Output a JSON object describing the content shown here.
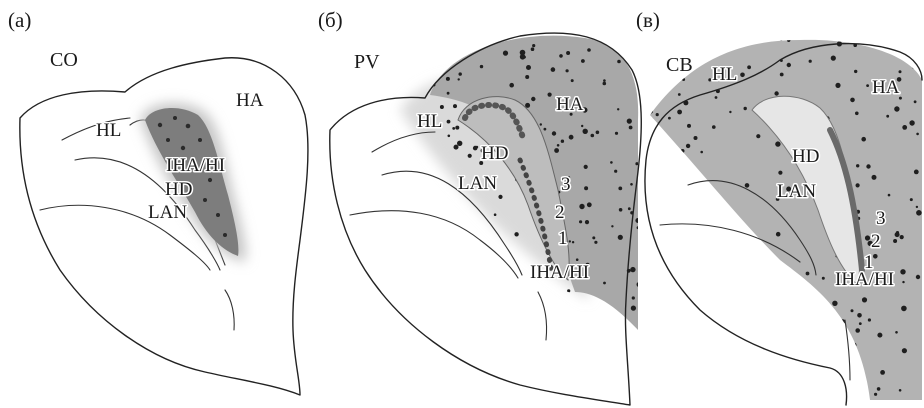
{
  "panels": [
    {
      "letter": "(a)",
      "title": "CO",
      "regions": {
        "hl": "HL",
        "ha": "HA",
        "iha_hi": "IHA/HI",
        "hd": "HD",
        "lan": "LAN"
      }
    },
    {
      "letter": "(б)",
      "title": "PV",
      "regions": {
        "hl": "HL",
        "ha": "HA",
        "hd": "HD",
        "lan": "LAN",
        "iha_hi": "IHA/HI"
      },
      "layers": [
        "1",
        "2",
        "3"
      ]
    },
    {
      "letter": "(в)",
      "title": "CB",
      "regions": {
        "hl": "HL",
        "ha": "HA",
        "hd": "HD",
        "lan": "LAN",
        "iha_hi": "IHA/HI"
      },
      "layers": [
        "1",
        "2",
        "3"
      ]
    }
  ],
  "colors": {
    "outline": "#222222",
    "stain_dark": "#7a7a7a",
    "stain_light": "#c9c9c9",
    "stain_mid": "#a9a9a9"
  }
}
